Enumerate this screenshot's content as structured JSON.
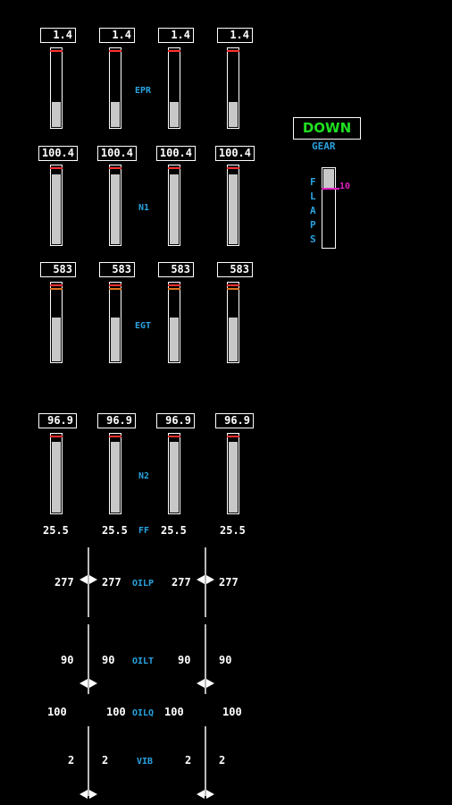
{
  "engines": {
    "epr": {
      "label": "EPR",
      "values": [
        "1.4",
        "1.4",
        "1.4",
        "1.4"
      ],
      "fill_fraction": 0.38
    },
    "n1": {
      "label": "N1",
      "values": [
        "100.4",
        "100.4",
        "100.4",
        "100.4"
      ],
      "fill_fraction": 0.94
    },
    "egt": {
      "label": "EGT",
      "values": [
        "583",
        "583",
        "583",
        "583"
      ],
      "fill_fraction": 0.62
    },
    "n2": {
      "label": "N2",
      "values": [
        "96.9",
        "96.9",
        "96.9",
        "96.9"
      ],
      "fill_fraction": 0.96
    },
    "ff": {
      "label": "FF",
      "values": [
        "25.5",
        "25.5",
        "25.5",
        "25.5"
      ]
    },
    "oilp": {
      "label": "OILP",
      "values": [
        "277",
        "277",
        "277",
        "277"
      ]
    },
    "oilt": {
      "label": "OILT",
      "values": [
        "90",
        "90",
        "90",
        "90"
      ]
    },
    "oilq": {
      "label": "OILQ",
      "values": [
        "100",
        "100",
        "100",
        "100"
      ]
    },
    "vib": {
      "label": "VIB",
      "values": [
        "2",
        "2",
        "2",
        "2"
      ]
    }
  },
  "gear": {
    "status": "DOWN",
    "label": "GEAR"
  },
  "flaps": {
    "label_letters": [
      "F",
      "L",
      "A",
      "P",
      "S"
    ],
    "value": "10",
    "fill_fraction": 0.25
  },
  "colors": {
    "label": "#29a3e0",
    "gear_down": "#1fe01f",
    "flaps_marker": "#e020c0",
    "redline": "#ff3030",
    "caution": "#e07020"
  }
}
